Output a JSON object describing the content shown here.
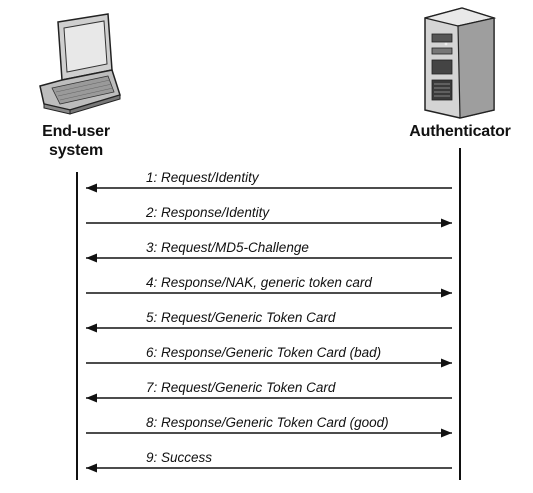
{
  "actors": {
    "left": {
      "label_line1": "End-user",
      "label_line2": "system",
      "icon": "laptop-icon"
    },
    "right": {
      "label": "Authenticator",
      "icon": "server-icon"
    }
  },
  "messages": [
    {
      "text": "1: Request/Identity",
      "direction": "to-left"
    },
    {
      "text": "2: Response/Identity",
      "direction": "to-right"
    },
    {
      "text": "3: Request/MD5-Challenge",
      "direction": "to-left"
    },
    {
      "text": "4: Response/NAK, generic token card",
      "direction": "to-right"
    },
    {
      "text": "5: Request/Generic Token Card",
      "direction": "to-left"
    },
    {
      "text": "6: Response/Generic Token Card (bad)",
      "direction": "to-right"
    },
    {
      "text": "7: Request/Generic Token Card",
      "direction": "to-left"
    },
    {
      "text": "8: Response/Generic Token Card (good)",
      "direction": "to-right"
    },
    {
      "text": "9: Success",
      "direction": "to-left"
    }
  ]
}
